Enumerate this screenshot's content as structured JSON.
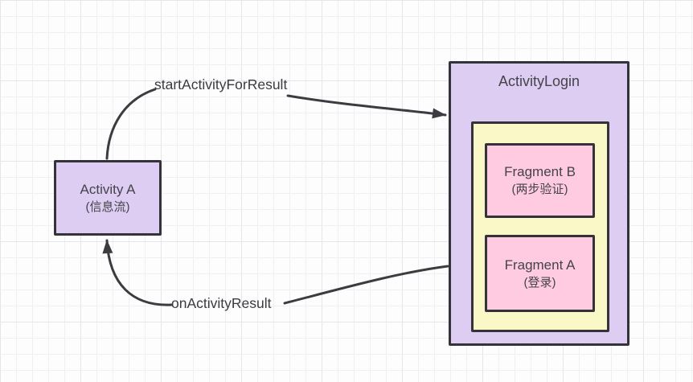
{
  "palette": {
    "node_purple": "#ddcdf3",
    "node_yellow": "#fbf8c8",
    "node_pink": "#ffcbe0",
    "border_dark": "#343339",
    "edge_color": "#3c3b40",
    "text_color": "#45434a",
    "grid_minor": "#f1eff4",
    "grid_major": "#e7e5ec",
    "background": "#fdfdfe"
  },
  "nodes": {
    "activity_a": {
      "title": "Activity A",
      "subtitle": "(信息流)"
    },
    "activity_login": {
      "title": "ActivityLogin"
    },
    "fragment_b": {
      "title": "Fragment B",
      "subtitle": "(两步验证)"
    },
    "fragment_a": {
      "title": "Fragment A",
      "subtitle": "(登录)"
    }
  },
  "edges": {
    "start_activity_for_result": {
      "label": "startActivityForResult"
    },
    "on_activity_result": {
      "label": "onActivityResult"
    }
  }
}
